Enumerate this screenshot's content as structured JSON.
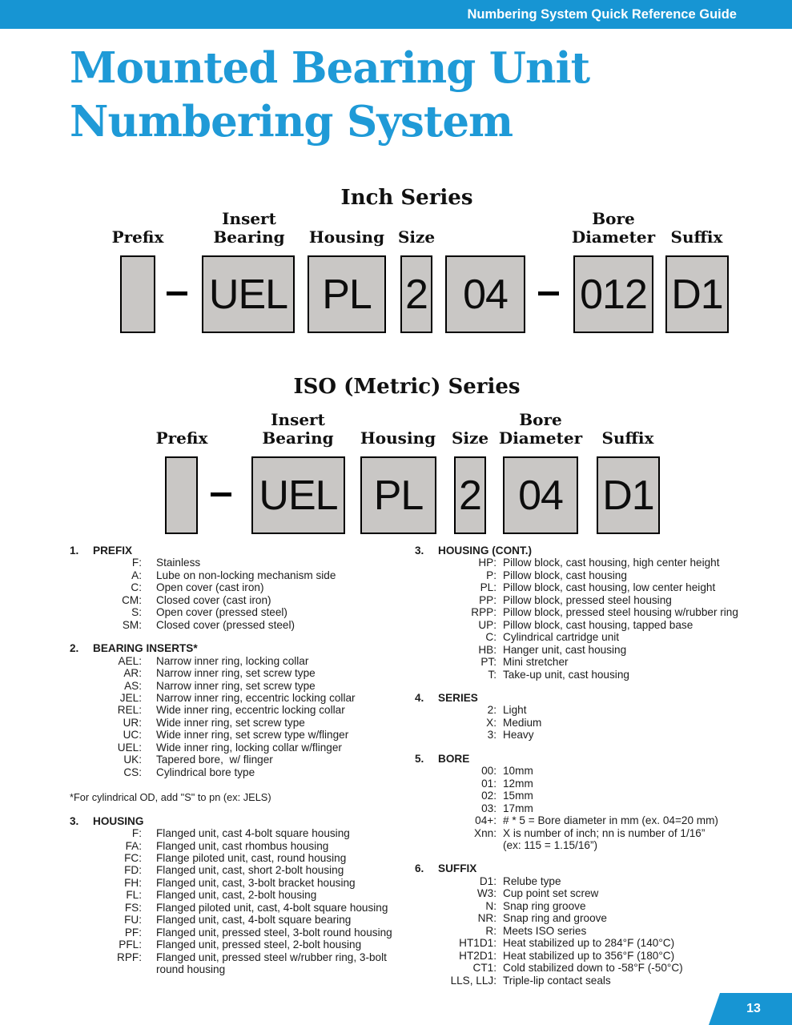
{
  "colors": {
    "accent_blue": "#1795d3",
    "title_blue": "#1f9ad7",
    "box_fill": "#c9c7c5"
  },
  "header": {
    "text": "Numbering System Quick Reference Guide"
  },
  "title": {
    "line1": "Mounted Bearing Unit",
    "line2": "Numbering System"
  },
  "inch_series": {
    "title": "Inch Series",
    "labels": {
      "prefix": "Prefix",
      "insert": "Insert\nBearing",
      "housing": "Housing",
      "size": "Size",
      "bore": "Bore\nDiameter",
      "suffix": "Suffix"
    },
    "boxes": [
      "",
      "UEL",
      "PL",
      "2",
      "04",
      "012",
      "D1"
    ]
  },
  "iso_series": {
    "title": "ISO (Metric) Series",
    "labels": {
      "prefix": "Prefix",
      "insert": "Insert\nBearing",
      "housing": "Housing",
      "size": "Size",
      "bore": "Bore\nDiameter",
      "suffix": "Suffix"
    },
    "boxes": [
      "",
      "UEL",
      "PL",
      "2",
      "04",
      "D1"
    ]
  },
  "columns": {
    "left": [
      {
        "number": "1.",
        "heading": "PREFIX",
        "items": [
          {
            "code": "F:",
            "desc": "Stainless"
          },
          {
            "code": "A:",
            "desc": "Lube on non-locking mechanism side"
          },
          {
            "code": "C:",
            "desc": "Open cover (cast iron)"
          },
          {
            "code": "CM:",
            "desc": "Closed cover (cast iron)"
          },
          {
            "code": "S:",
            "desc": "Open cover (pressed steel)"
          },
          {
            "code": "SM:",
            "desc": "Closed cover (pressed steel)"
          }
        ]
      },
      {
        "number": "2.",
        "heading": "BEARING INSERTS*",
        "items": [
          {
            "code": "AEL:",
            "desc": "Narrow inner ring, locking collar"
          },
          {
            "code": "AR:",
            "desc": "Narrow inner ring, set screw type"
          },
          {
            "code": "AS:",
            "desc": "Narrow inner ring, set screw type"
          },
          {
            "code": "JEL:",
            "desc": "Narrow inner ring, eccentric locking collar"
          },
          {
            "code": "REL:",
            "desc": "Wide inner ring, eccentric locking collar"
          },
          {
            "code": "UR:",
            "desc": "Wide inner ring, set screw type"
          },
          {
            "code": "UC:",
            "desc": "Wide inner ring, set screw type w/flinger"
          },
          {
            "code": "UEL:",
            "desc": "Wide inner ring, locking collar w/flinger"
          },
          {
            "code": "UK:",
            "desc": "Tapered bore,  w/ flinger"
          },
          {
            "code": "CS:",
            "desc": "Cylindrical bore type"
          }
        ],
        "footnote": "*For cylindrical OD, add \"S\" to pn (ex: JELS)"
      },
      {
        "number": "3.",
        "heading": "HOUSING",
        "items": [
          {
            "code": "F:",
            "desc": "Flanged unit, cast 4-bolt square housing"
          },
          {
            "code": "FA:",
            "desc": "Flanged unit, cast rhombus housing"
          },
          {
            "code": "FC:",
            "desc": "Flange piloted unit, cast, round housing"
          },
          {
            "code": "FD:",
            "desc": "Flanged unit, cast, short 2-bolt housing"
          },
          {
            "code": "FH:",
            "desc": "Flanged unit, cast, 3-bolt bracket housing"
          },
          {
            "code": "FL:",
            "desc": "Flanged unit, cast, 2-bolt housing"
          },
          {
            "code": "FS:",
            "desc": "Flanged piloted unit, cast, 4-bolt square housing"
          },
          {
            "code": "FU:",
            "desc": "Flanged unit, cast, 4-bolt square bearing"
          },
          {
            "code": "PF:",
            "desc": "Flanged unit, pressed steel, 3-bolt round housing"
          },
          {
            "code": "PFL:",
            "desc": "Flanged unit, pressed steel, 2-bolt housing"
          },
          {
            "code": "RPF:",
            "desc": "Flanged unit, pressed steel w/rubber ring, 3-bolt\nround housing"
          }
        ]
      }
    ],
    "right": [
      {
        "number": "3.",
        "heading": "HOUSING (CONT.)",
        "items": [
          {
            "code": "HP:",
            "desc": "Pillow block, cast housing, high center height"
          },
          {
            "code": "P:",
            "desc": "Pillow block, cast housing"
          },
          {
            "code": "PL:",
            "desc": "Pillow block, cast housing, low center height"
          },
          {
            "code": "PP:",
            "desc": "Pillow block, pressed steel housing"
          },
          {
            "code": "RPP:",
            "desc": "Pillow block, pressed steel housing w/rubber ring"
          },
          {
            "code": "UP:",
            "desc": "Pillow block, cast housing, tapped base"
          },
          {
            "code": "C:",
            "desc": "Cylindrical cartridge unit"
          },
          {
            "code": "HB:",
            "desc": "Hanger unit, cast housing"
          },
          {
            "code": "PT:",
            "desc": "Mini stretcher"
          },
          {
            "code": "T:",
            "desc": "Take-up unit, cast housing"
          }
        ]
      },
      {
        "number": "4.",
        "heading": "SERIES",
        "items": [
          {
            "code": "2:",
            "desc": "Light"
          },
          {
            "code": "X:",
            "desc": "Medium"
          },
          {
            "code": "3:",
            "desc": "Heavy"
          }
        ]
      },
      {
        "number": "5.",
        "heading": "BORE",
        "items": [
          {
            "code": "00:",
            "desc": "10mm"
          },
          {
            "code": "01:",
            "desc": "12mm"
          },
          {
            "code": "02:",
            "desc": "15mm"
          },
          {
            "code": "03:",
            "desc": "17mm"
          },
          {
            "code": "04+:",
            "desc": "# * 5 = Bore diameter in mm (ex. 04=20 mm)"
          },
          {
            "code": "Xnn:",
            "desc": "X is number of inch; nn is number of 1/16”\n(ex: 115 = 1.15/16”)"
          }
        ]
      },
      {
        "number": "6.",
        "heading": "SUFFIX",
        "items": [
          {
            "code": "D1:",
            "desc": "Relube type"
          },
          {
            "code": "W3:",
            "desc": "Cup point set screw"
          },
          {
            "code": "N:",
            "desc": "Snap ring groove"
          },
          {
            "code": "NR:",
            "desc": "Snap ring and groove"
          },
          {
            "code": "R:",
            "desc": "Meets ISO series"
          },
          {
            "code": "HT1D1:",
            "desc": "Heat stabilized up to 284°F (140°C)"
          },
          {
            "code": "HT2D1:",
            "desc": "Heat stabilized up to 356°F (180°C)"
          },
          {
            "code": "CT1:",
            "desc": "Cold stabilized down to -58°F (-50°C)"
          },
          {
            "code": "LLS, LLJ:",
            "desc": "Triple-lip contact seals"
          }
        ]
      }
    ]
  },
  "footer": {
    "page_number": "13"
  }
}
